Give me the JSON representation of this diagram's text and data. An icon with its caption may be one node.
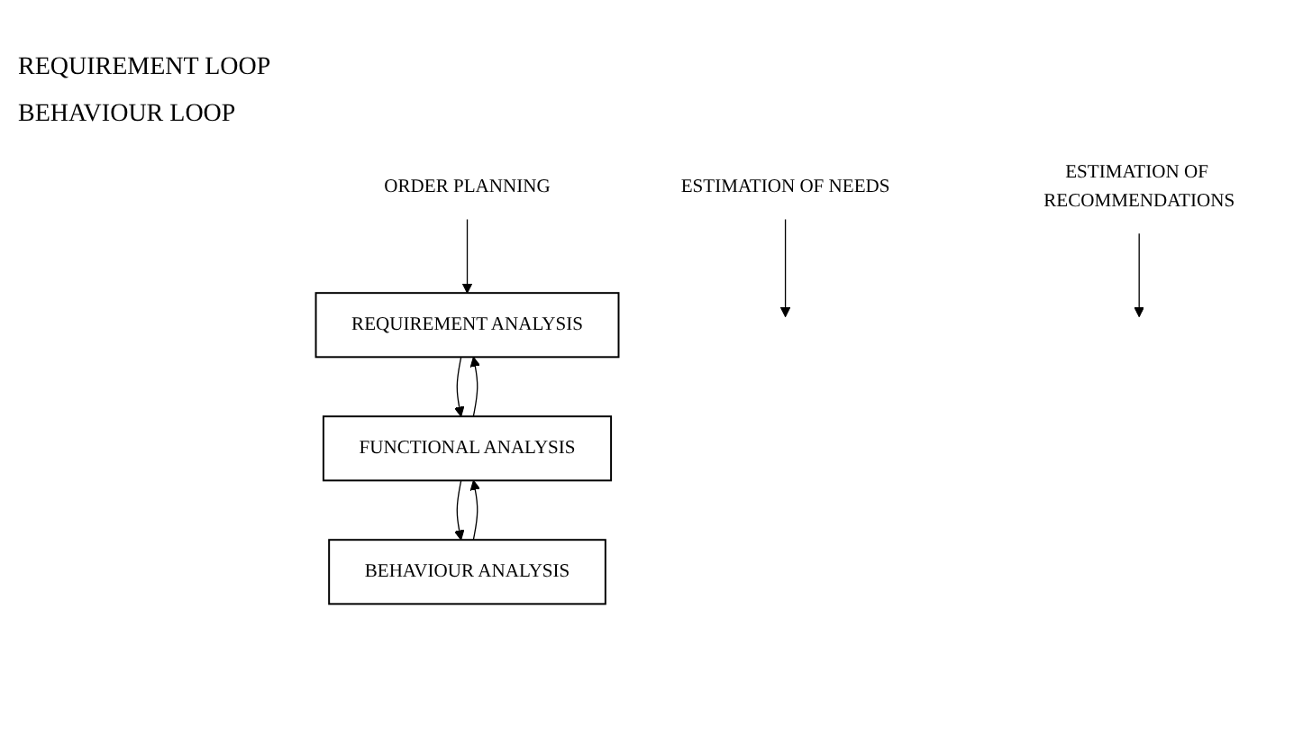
{
  "diagram": {
    "nodes": [
      {
        "text": [
          "ORDER PLANNING"
        ]
      },
      {
        "text": [
          "REQUIREMENT ANALYSIS"
        ]
      },
      {
        "text": [
          "FUNCTIONAL ANALYSIS"
        ]
      },
      {
        "text": [
          "ESTIMATION OF NEEDS"
        ]
      },
      {
        "text": [
          "BEHAVIOUR ANALYSIS"
        ]
      },
      {
        "text": [
          "ESTIMATION OF RECOMMENDATIONS"
        ]
      }
    ],
    "edges": [
      {
        "from": 0,
        "to": 1,
        "arrow": "to"
      },
      {
        "from": 1,
        "to": 2,
        "arrow": "to"
      },
      {
        "from": 2,
        "to": 1,
        "arrow": "to"
      },
      {
        "from": 3,
        "to": null,
        "arrow": "to"
      },
      {
        "from": 2,
        "to": 4,
        "arrow": "to"
      },
      {
        "from": 4,
        "to": 2,
        "arrow": "to"
      },
      {
        "from": 5,
        "to": null,
        "arrow": "to"
      }
    ],
    "labels": [
      "REQUIREMENT LOOP",
      "BEHAVIOUR  LOOP"
    ]
  }
}
